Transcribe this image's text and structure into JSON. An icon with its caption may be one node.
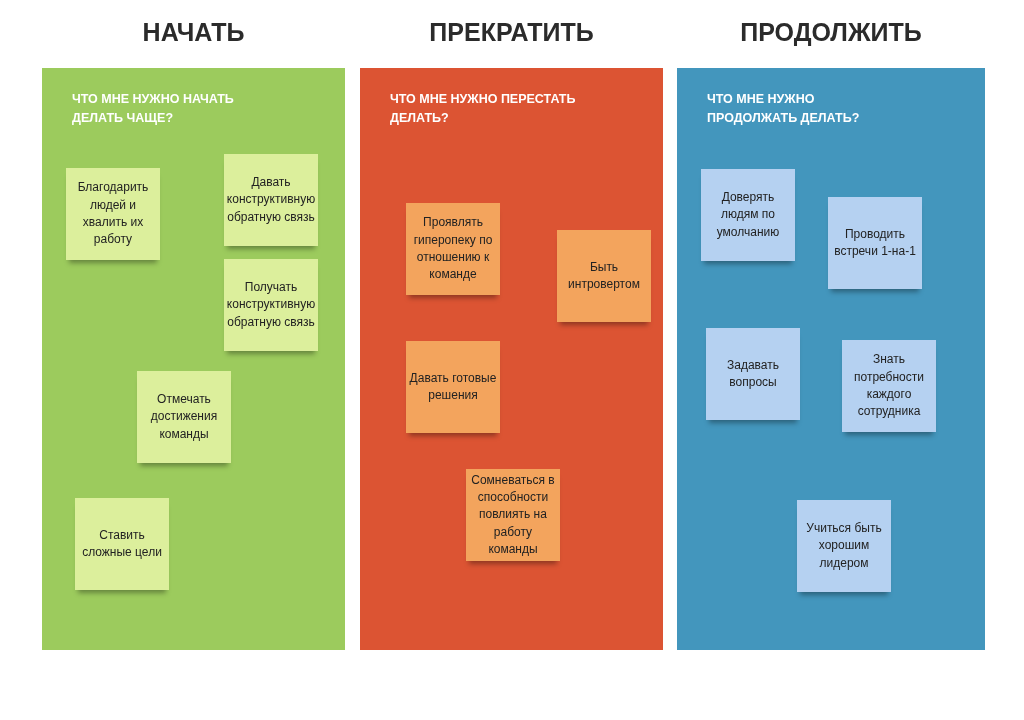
{
  "diagram": {
    "nodes": [
      {
        "text": [
          "НАЧАТЬ",
          "ЧТО МНЕ НУЖНО НАЧАТЬ ДЕЛАТЬ ЧАЩЕ?"
        ]
      },
      {
        "text": [
          "Благодарить людей и хвалить их работу"
        ],
        "in": 0
      },
      {
        "text": [
          "Давать конструктивную обратную связь"
        ],
        "in": 0
      },
      {
        "text": [
          "Получать конструктивную обратную связь"
        ],
        "in": 0
      },
      {
        "text": [
          "Отмечать достижения команды"
        ],
        "in": 0
      },
      {
        "text": [
          "Ставить сложные цели"
        ],
        "in": 0
      },
      {
        "text": [
          "ПРЕКРАТИТЬ",
          "ЧТО МНЕ НУЖНО ПЕРЕСТАТЬ ДЕЛАТЬ?"
        ]
      },
      {
        "text": [
          "Проявлять гиперопеку по отношению к команде"
        ],
        "in": 6
      },
      {
        "text": [
          "Быть интровертом"
        ],
        "in": 6
      },
      {
        "text": [
          "Давать готовые решения"
        ],
        "in": 6
      },
      {
        "text": [
          "Сомневаться в способности повлиять на работу команды"
        ],
        "in": 6
      },
      {
        "text": [
          "ПРОДОЛЖИТЬ",
          "ЧТО МНЕ НУЖНО ПРОДОЛЖАТЬ ДЕЛАТЬ?"
        ]
      },
      {
        "text": [
          "Доверять людям по умолчанию"
        ],
        "in": 11
      },
      {
        "text": [
          "Проводить встречи 1-на-1"
        ],
        "in": 11
      },
      {
        "text": [
          "Задавать вопросы"
        ],
        "in": 11
      },
      {
        "text": [
          "Знать потребности каждого сотрудника"
        ],
        "in": 11
      },
      {
        "text": [
          "Учиться быть хорошим лидером"
        ],
        "in": 11
      }
    ],
    "edges": []
  }
}
